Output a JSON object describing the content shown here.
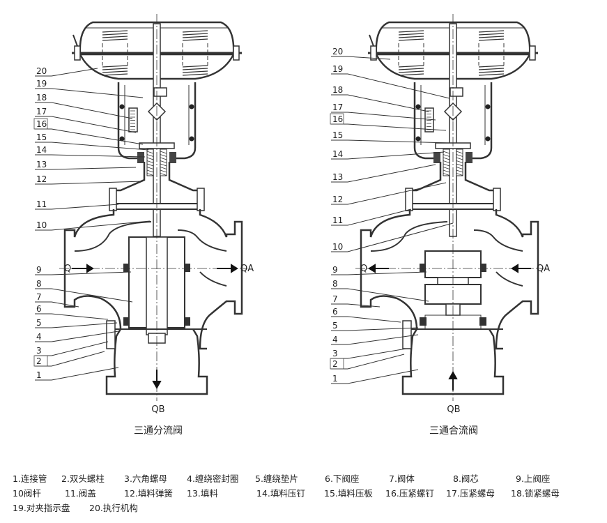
{
  "diagrams": [
    {
      "caption": "三通分流阀",
      "port_left": "Q",
      "port_right": "QA",
      "port_bottom": "QB",
      "labels_left": [
        "20",
        "19",
        "18",
        "17",
        "16",
        "15",
        "14",
        "13",
        "12",
        "11",
        "10",
        "9",
        "8",
        "7",
        "6",
        "5",
        "4",
        "3",
        "2",
        "1"
      ]
    },
    {
      "caption": "三通合流阀",
      "port_left": "Q",
      "port_right": "QA",
      "port_bottom": "QB",
      "labels_left": [
        "20",
        "19",
        "18",
        "17",
        "16",
        "15",
        "14",
        "13",
        "12",
        "11",
        "10",
        "9",
        "8",
        "7",
        "6",
        "5",
        "4",
        "3",
        "2",
        "1"
      ]
    }
  ],
  "legend": {
    "rows": [
      [
        "1.连接管",
        "2.双头螺柱",
        "3.六角螺母",
        "4.缠绕密封圈",
        "5.缠绕垫片",
        "6.下阀座",
        "7.阀体",
        "8.阀芯",
        "9.上阀座"
      ],
      [
        "10阀杆",
        "11.阀盖",
        "12.填料弹簧",
        "13.填料",
        "14.填料压钉",
        "15.填料压板",
        "16.压紧螺钉",
        "17.压紧螺母",
        "18.锁紧螺母"
      ],
      [
        "19.对夹指示盘",
        "20.执行机构"
      ]
    ]
  }
}
